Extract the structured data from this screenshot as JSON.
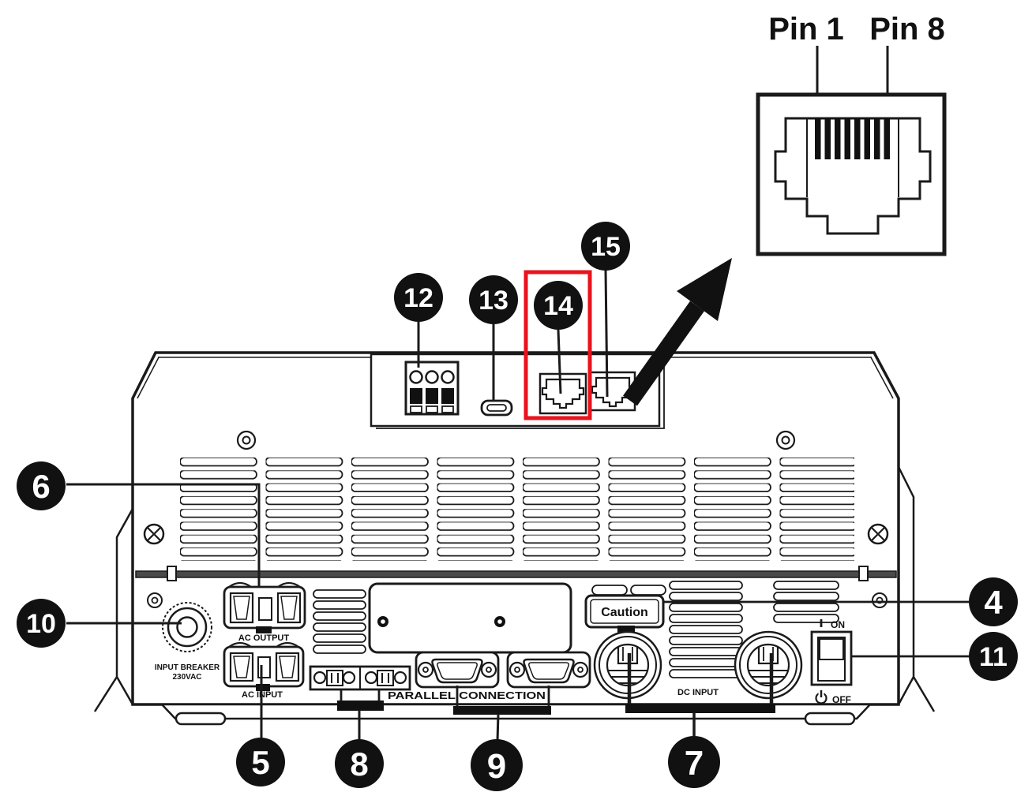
{
  "detail_inset": {
    "pin1": "Pin 1",
    "pin8": "Pin 8"
  },
  "panel_labels": {
    "ac_output": "AC OUTPUT",
    "ac_input": "AC INPUT",
    "input_breaker_line1": "INPUT BREAKER",
    "input_breaker_line2": "230VAC",
    "caution": "Caution",
    "parallel_connection": "PARALLEL CONNECTION",
    "dc_input": "DC  INPUT",
    "on_symbol": "I",
    "on": "ON",
    "off": "OFF"
  },
  "callouts": {
    "c4": "4",
    "c5": "5",
    "c6": "6",
    "c7": "7",
    "c8": "8",
    "c9": "9",
    "c10": "10",
    "c11": "11",
    "c12": "12",
    "c13": "13",
    "c14": "14",
    "c15": "15"
  },
  "colors": {
    "line": "#1a1a1a",
    "highlight": "#e8131d"
  }
}
